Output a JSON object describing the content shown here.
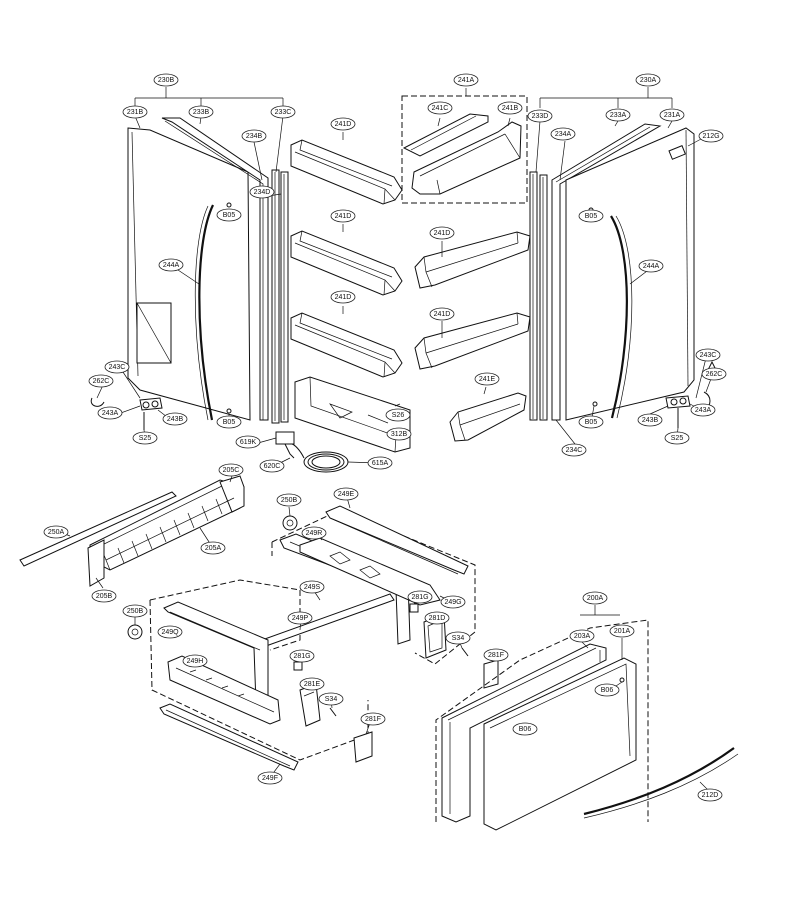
{
  "labels": {
    "l230B": "230B",
    "l231B": "231B",
    "l233B_l": "233B",
    "l233C": "233C",
    "l234B": "234B",
    "l234D": "234D",
    "lB05_1": "B05",
    "l244A_l": "244A",
    "l243C_l": "243C",
    "l262C_l": "262C",
    "l243A_l": "243A",
    "l243B_l": "243B",
    "lS25_l": "S25",
    "lB05_2": "B05",
    "l241D_1": "241D",
    "l241D_2": "241D",
    "l241D_3": "241D",
    "l241D_4": "241D",
    "l241D_5": "241D",
    "l241A": "241A",
    "l241C": "241C",
    "l241B": "241B",
    "lS26": "S26",
    "l312B": "312B",
    "l619K": "619K",
    "l620C": "620C",
    "l615A": "615A",
    "l241E": "241E",
    "l230A": "230A",
    "l233D": "233D",
    "l233A": "233A",
    "l231A": "231A",
    "l234A": "234A",
    "l212G": "212G",
    "lB05_3": "B05",
    "l244A_r": "244A",
    "l243C_r": "243C",
    "l262C_r": "262C",
    "l243B_r": "243B",
    "l243A_r": "243A",
    "lS25_r": "S25",
    "lB05_4": "B05",
    "l234C": "234C",
    "l205C": "205C",
    "l250A": "250A",
    "l205A": "205A",
    "l205B": "205B",
    "l250B_1": "250B",
    "l249E": "249E",
    "l249R": "249R",
    "l249S": "249S",
    "l281G_1": "281G",
    "l249G_1": "249G",
    "l250B_2": "250B",
    "l249Q": "249Q",
    "l249P": "249P",
    "l281D": "281D",
    "lS34_1": "S34",
    "l281F_1": "281F",
    "l249H": "249H",
    "l281G_2": "281G",
    "l281E": "281E",
    "lS34_2": "S34",
    "l281F_2": "281F",
    "l249F": "249F",
    "l200A": "200A",
    "l203A": "203A",
    "l201A": "201A",
    "lB06_1": "B06",
    "lB06_2": "B06",
    "l212D": "212D"
  }
}
